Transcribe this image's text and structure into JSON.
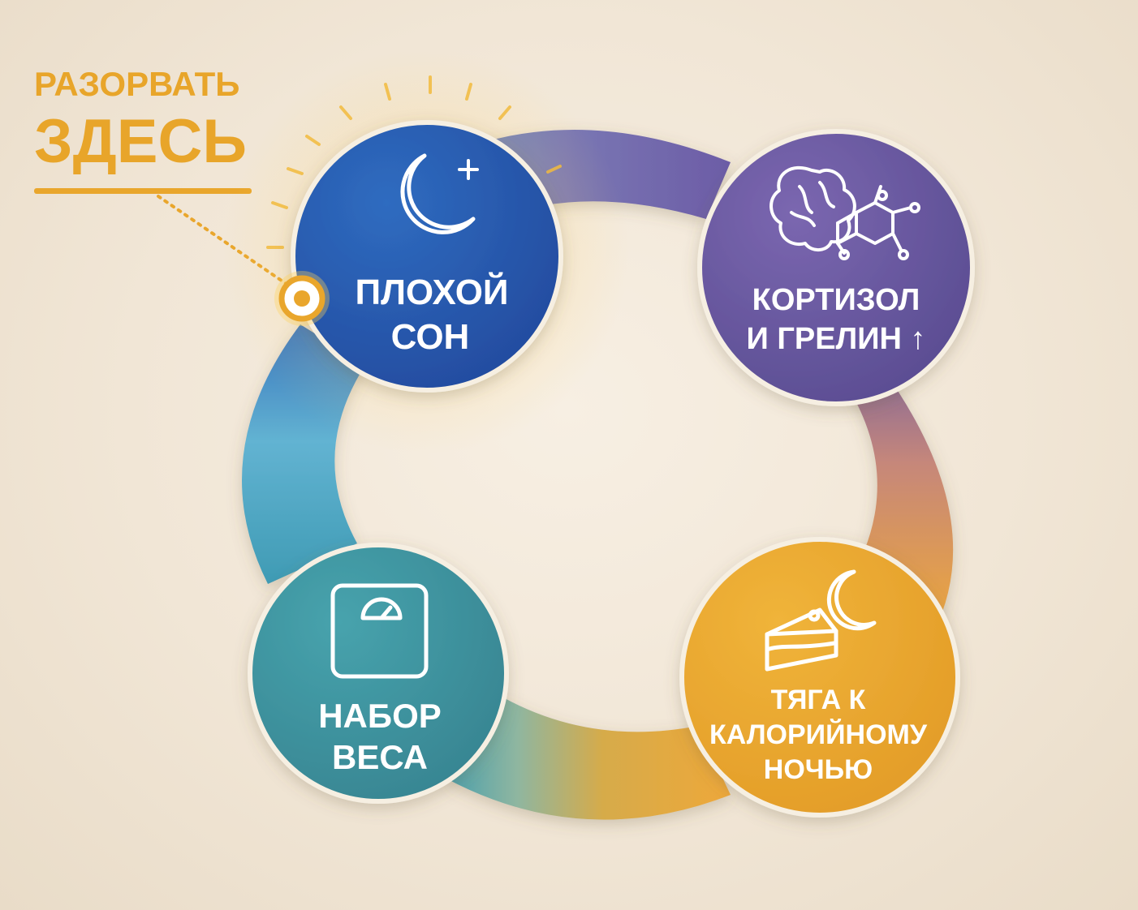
{
  "callout": {
    "line1": "РАЗОРВАТЬ",
    "line2": "ЗДЕСЬ",
    "color": "#e9a62c"
  },
  "nodes": [
    {
      "id": "bad-sleep",
      "lines": [
        "ПЛОХОЙ",
        "СОН"
      ],
      "icon": "moon-star-icon",
      "color": "#2f5fb0"
    },
    {
      "id": "cortisol-ghrelin",
      "lines": [
        "КОРТИЗОЛ",
        "И ГРЕЛИН ↑"
      ],
      "icon": "brain-molecule-icon",
      "color": "#6d5ba3"
    },
    {
      "id": "night-cravings",
      "lines": [
        "ТЯГА К",
        "КАЛОРИЙНОМУ",
        "НОЧЬЮ"
      ],
      "icon": "cake-moon-icon",
      "color": "#e9a532"
    },
    {
      "id": "weight-gain",
      "lines": [
        "НАБОР",
        "ВЕСА"
      ],
      "icon": "scale-icon",
      "color": "#3e97a6"
    }
  ]
}
